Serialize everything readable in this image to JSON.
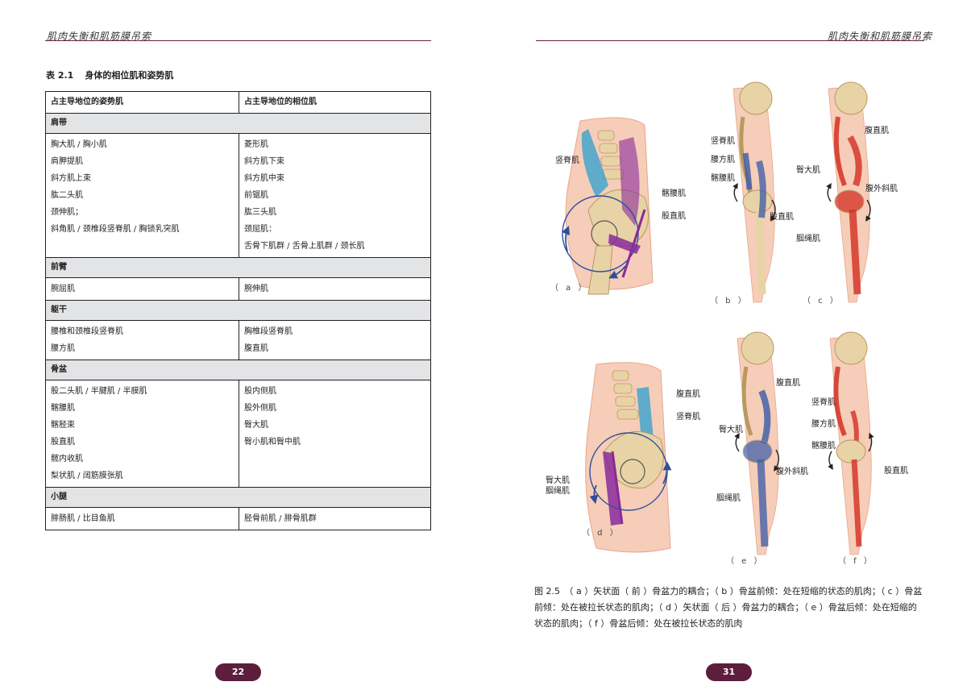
{
  "running_head": {
    "left": "肌肉失衡和肌筋膜吊索",
    "right": "肌肉失衡和肌筋膜吊索"
  },
  "table": {
    "number": "表 2.1",
    "title": "身体的相位肌和姿势肌",
    "col_headers": [
      "占主导地位的姿势肌",
      "占主导地位的相位肌"
    ],
    "sections": [
      {
        "name": "肩带",
        "postural": [
          "胸大肌 / 胸小肌",
          "肩胛提肌",
          "斜方肌上束",
          "肱二头肌",
          "颈伸肌；",
          "斜角肌 / 颈椎段竖脊肌 / 胸锁乳突肌"
        ],
        "phasic": [
          "菱形肌",
          "斜方肌下束",
          "斜方肌中束",
          "前锯肌",
          "肱三头肌",
          "颈屈肌：",
          "舌骨下肌群 / 舌骨上肌群 / 颈长肌"
        ]
      },
      {
        "name": "前臂",
        "postural": [
          "腕屈肌"
        ],
        "phasic": [
          "腕伸肌"
        ]
      },
      {
        "name": "躯干",
        "postural": [
          "腰椎和颈椎段竖脊肌",
          "腰方肌"
        ],
        "phasic": [
          "胸椎段竖脊肌",
          "腹直肌"
        ]
      },
      {
        "name": "骨盆",
        "postural": [
          "股二头肌 / 半腱肌 / 半膜肌",
          "髂腰肌",
          "髂胫束",
          "股直肌",
          "髋内收肌",
          "梨状肌 / 阔筋膜张肌"
        ],
        "phasic": [
          "股内侧肌",
          "股外侧肌",
          "臀大肌",
          "臀小肌和臀中肌"
        ]
      },
      {
        "name": "小腿",
        "postural": [
          "腓肠肌 / 比目鱼肌"
        ],
        "phasic": [
          "胫骨前肌 / 腓骨肌群"
        ]
      }
    ]
  },
  "figure": {
    "panels": {
      "a": "（ a ）",
      "b": "（ b ）",
      "c": "（ c ）",
      "d": "（ d ）",
      "e": "（ e ）",
      "f": "（ f ）"
    },
    "labels": {
      "a_erector": "竖脊肌",
      "a_iliopsoas": "髂腰肌",
      "a_rectus_femoris": "股直肌",
      "b_erector": "竖脊肌",
      "b_quadratus": "腰方肌",
      "b_iliopsoas": "髂腰肌",
      "b_rectus_femoris": "股直肌",
      "c_rectus_abdominis": "腹直肌",
      "c_gluteus": "臀大肌",
      "c_oblique": "腹外斜肌",
      "c_hamstrings": "腘绳肌",
      "d_rectus_abdominis": "腹直肌",
      "d_erector": "竖脊肌",
      "d_gluteus": "臀大肌",
      "d_hamstrings": "腘绳肌",
      "e_rectus_abdominis": "腹直肌",
      "e_gluteus": "臀大肌",
      "e_oblique": "腹外斜肌",
      "e_hamstrings": "腘绳肌",
      "f_erector": "竖脊肌",
      "f_quadratus": "腰方肌",
      "f_iliopsoas": "髂腰肌",
      "f_rectus_femoris": "股直肌"
    },
    "caption": "图 2.5　（ a ）矢状面（ 前 ）骨盆力的耦合；（ b ）骨盆前倾：处在短缩的状态的肌肉；（ c ）骨盆前倾：处在被拉长状态的肌肉；（ d ）矢状面（ 后 ）骨盆力的耦合；（ e ）骨盆后倾：处在短缩的状态的肌肉；（ f ）骨盆后倾：处在被拉长状态的肌肉",
    "colors": {
      "blue": "#3a5aa8",
      "red": "#d42f22",
      "purple": "#8a2a9b",
      "cyan": "#2d9fd0",
      "bone": "#e8d3a6",
      "skin": "#f6cdb8"
    }
  },
  "folios": {
    "left": "22",
    "right": "31"
  }
}
